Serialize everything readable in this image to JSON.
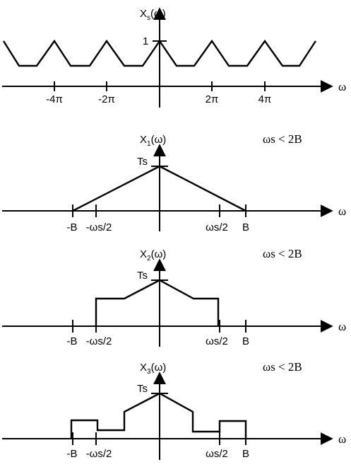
{
  "colors": {
    "ink": "#000000",
    "background": "#ffffff"
  },
  "axis_variable": "ω",
  "top_plot": {
    "function_name": "X",
    "function_subscript": "s",
    "argument": "(ω)",
    "peak_value": "1",
    "tick_labels": [
      "-4π",
      "-2π",
      "2π",
      "4π"
    ]
  },
  "panels": [
    {
      "function_name": "X",
      "function_subscript": "1",
      "argument": "(ω)",
      "condition": "ωs < 2B",
      "peak_label": "Ts",
      "tick_labels": {
        "neg_b": "-B",
        "neg_half_ws": "-ωs/2",
        "pos_half_ws": "ωs/2",
        "pos_b": "B"
      }
    },
    {
      "function_name": "X",
      "function_subscript": "2",
      "argument": "(ω)",
      "condition": "ωs < 2B",
      "peak_label": "Ts",
      "tick_labels": {
        "neg_b": "-B",
        "neg_half_ws": "-ωs/2",
        "pos_half_ws": "ωs/2",
        "pos_b": "B"
      }
    },
    {
      "function_name": "X",
      "function_subscript": "3",
      "argument": "(ω)",
      "condition": "ωs < 2B",
      "peak_label": "Ts",
      "tick_labels": {
        "neg_b": "-B",
        "neg_half_ws": "-ωs/2",
        "pos_half_ws": "ωs/2",
        "pos_b": "B"
      }
    }
  ]
}
